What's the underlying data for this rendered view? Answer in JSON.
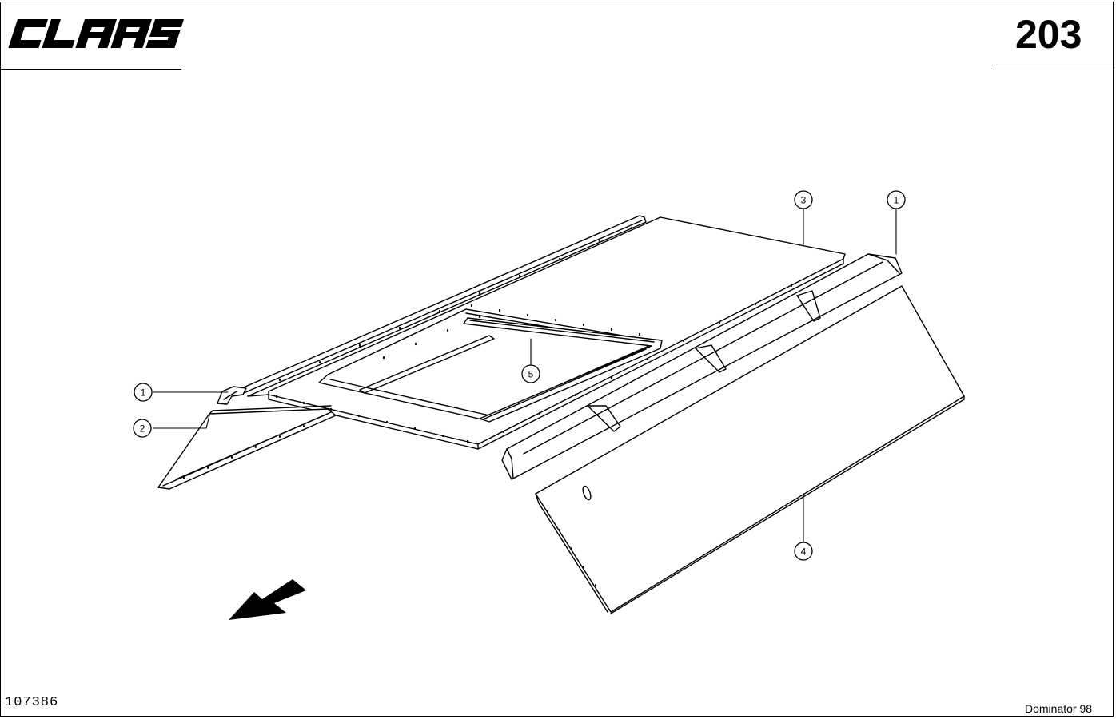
{
  "header": {
    "brand": "CLAAS",
    "page_number": "203"
  },
  "footer": {
    "drawing_id": "107386",
    "model": "Dominator 98"
  },
  "callouts": [
    {
      "label": "3"
    },
    {
      "label": "1"
    },
    {
      "label": "5"
    },
    {
      "label": "1"
    },
    {
      "label": "2"
    },
    {
      "label": "4"
    }
  ],
  "icons": {
    "direction": "direction-arrow-icon"
  }
}
